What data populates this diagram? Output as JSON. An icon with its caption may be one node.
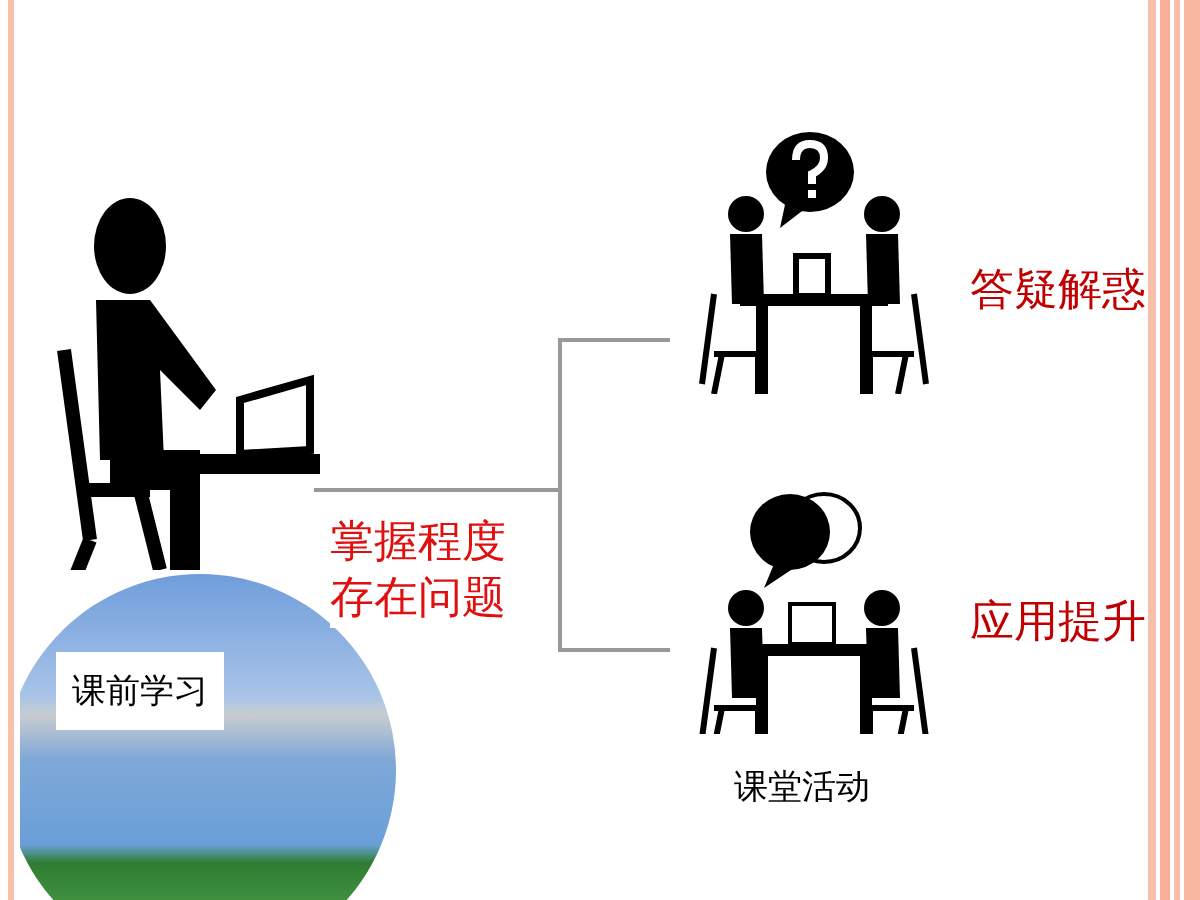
{
  "diagram": {
    "nodes": [
      {
        "text": [],
        "shape": "picture"
      },
      {
        "text": [],
        "shape": "picture",
        "beside": [
          "答疑解惑"
        ]
      },
      {
        "text": [],
        "shape": "picture",
        "beside": [
          "应用提升"
        ]
      }
    ],
    "edges": [
      {
        "from": 0,
        "to": 1,
        "arrow": "none",
        "label": "掌握程度存在问题"
      },
      {
        "from": 0,
        "to": 2,
        "arrow": "none"
      }
    ],
    "labels": [
      "课前学习",
      "课堂活动"
    ]
  }
}
